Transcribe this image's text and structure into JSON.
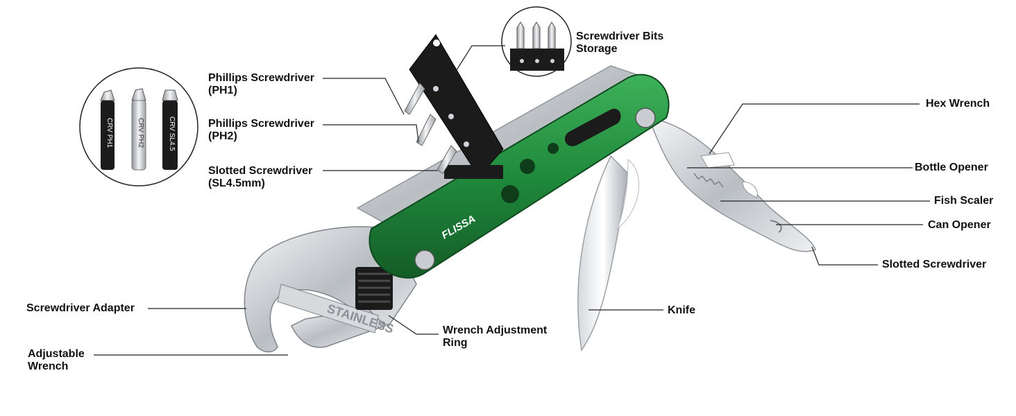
{
  "colors": {
    "accent_green": "#1f8a3c",
    "dark_green": "#145c27",
    "steel": "#cfd3d7",
    "black": "#1b1b1b",
    "line": "#222222"
  },
  "brand": "FLISSA",
  "wrench_stamp": "STAINLESS",
  "bit_engravings": [
    "CRV PH1",
    "CRV PH2",
    "CRV SL4.5"
  ],
  "labels": {
    "phillips_ph1": [
      "Phillips Screwdriver",
      "(PH1)"
    ],
    "phillips_ph2": [
      "Phillips Screwdriver",
      "(PH2)"
    ],
    "slotted_sl45": [
      "Slotted Screwdriver",
      "(SL4.5mm)"
    ],
    "bits_storage": [
      "Screwdriver Bits",
      "Storage"
    ],
    "hex_wrench": "Hex Wrench",
    "bottle_opener": "Bottle Opener",
    "fish_scaler": "Fish Scaler",
    "can_opener": "Can Opener",
    "slotted_screwdriver": "Slotted Screwdriver",
    "knife": "Knife",
    "wrench_adjustment_ring": [
      "Wrench Adjustment",
      "Ring"
    ],
    "screwdriver_adapter": "Screwdriver Adapter",
    "adjustable_wrench": [
      "Adjustable",
      "Wrench"
    ]
  }
}
